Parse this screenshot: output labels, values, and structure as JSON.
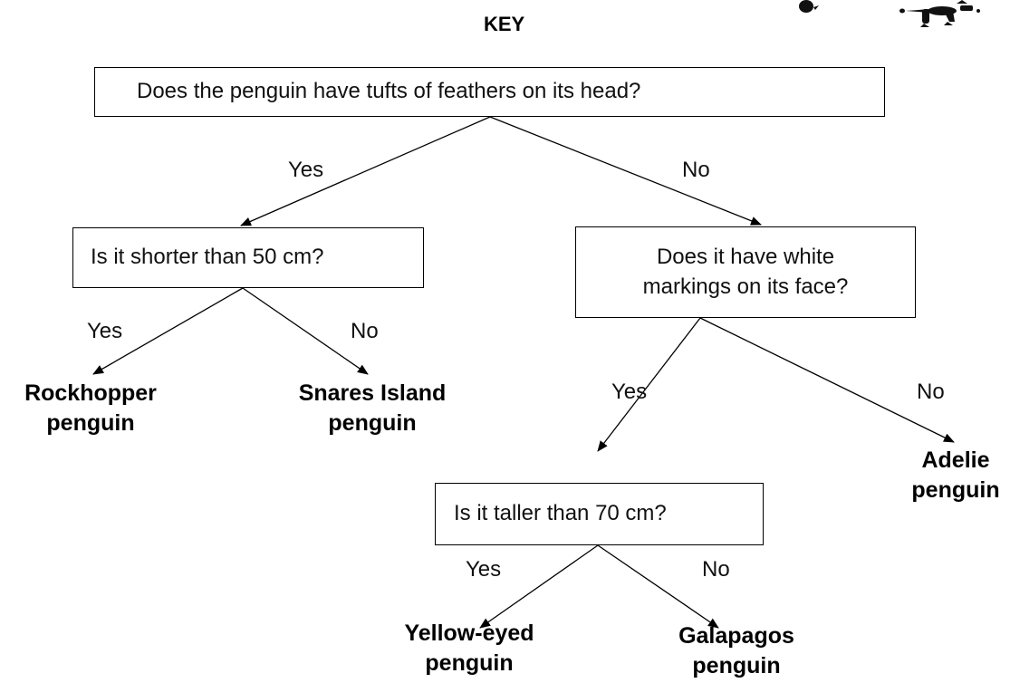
{
  "title": "KEY",
  "questions": {
    "q1": "Does the penguin have tufts of feathers on its head?",
    "q2": "Is it shorter than 50 cm?",
    "q3_line1": "Does it have white",
    "q3_line2": "markings on its face?",
    "q4": "Is it taller than 70 cm?"
  },
  "answers": {
    "yes": "Yes",
    "no": "No"
  },
  "species": {
    "rockhopper_line1": "Rockhopper",
    "rockhopper_line2": "penguin",
    "snares_line1": "Snares Island",
    "snares_line2": "penguin",
    "adelie_line1": "Adelie",
    "adelie_line2": "penguin",
    "yellow_eyed_line1": "Yellow-eyed",
    "yellow_eyed_line2": "penguin",
    "galapagos_line1": "Galapagos",
    "galapagos_line2": "penguin"
  },
  "decorations": [
    "penguin-silhouette-icon"
  ]
}
